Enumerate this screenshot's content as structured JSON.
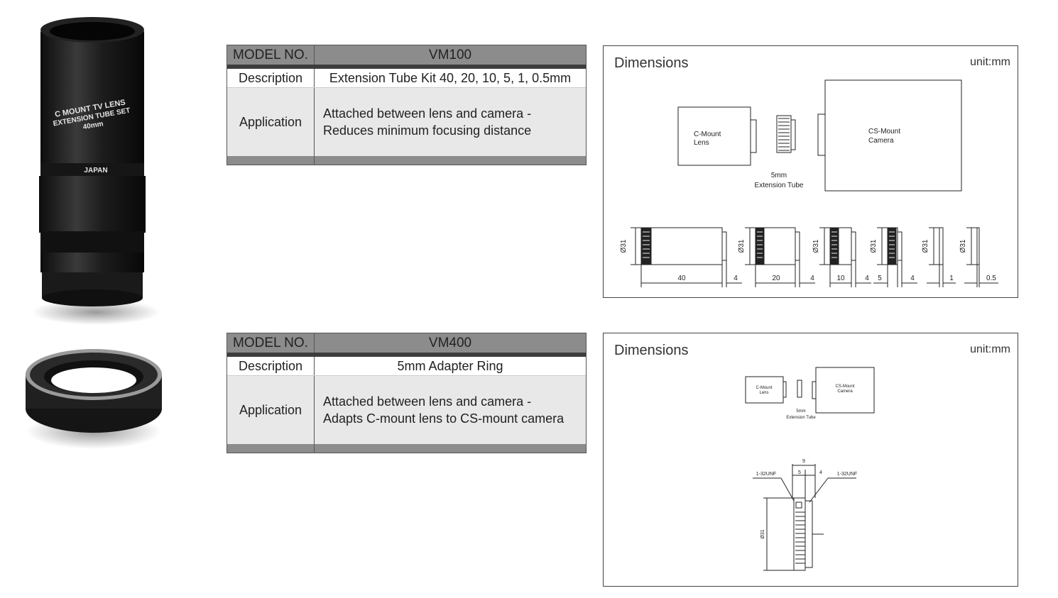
{
  "products": [
    {
      "model_label": "MODEL NO.",
      "model": "VM100",
      "description_label": "Description",
      "description": "Extension Tube Kit 40, 20, 10, 5, 1, 0.5mm",
      "application_label": "Application",
      "application_lines": [
        "Attached between lens and camera -",
        "Reduces minimum focusing distance"
      ],
      "photo_lettering": [
        "C MOUNT TV LENS",
        "EXTENSION TUBE SET",
        "40mm",
        "JAPAN"
      ]
    },
    {
      "model_label": "MODEL NO.",
      "model": "VM400",
      "description_label": "Description",
      "description": "5mm Adapter Ring",
      "application_label": "Application",
      "application_lines": [
        "Attached between lens and camera -",
        "Adapts C-mount lens to CS-mount camera"
      ]
    }
  ],
  "dimensions": [
    {
      "title": "Dimensions",
      "unit": "unit:mm",
      "lens_label": [
        "C-Mount",
        "Lens"
      ],
      "camera_label": [
        "CS-Mount",
        "Camera"
      ],
      "tube_label": [
        "5mm",
        "Extension  Tube"
      ],
      "diameter_label": "Ø31",
      "tube_lengths": [
        "40",
        "20",
        "10",
        "5",
        "1",
        "0.5"
      ],
      "thread_lengths": [
        "4",
        "4",
        "4",
        "4"
      ]
    },
    {
      "title": "Dimensions",
      "unit": "unit:mm",
      "lens_label": [
        "C-Mount",
        "Lens"
      ],
      "camera_label": [
        "CS-Mount",
        "Camera"
      ],
      "tube_label": [
        "5mm",
        "Extension Tube"
      ],
      "overall_length": "9",
      "left_length": "5",
      "right_length": "4",
      "left_thread": "1-32UNF",
      "right_thread": "1-32UNF",
      "diameter_label": "Ø31"
    }
  ]
}
